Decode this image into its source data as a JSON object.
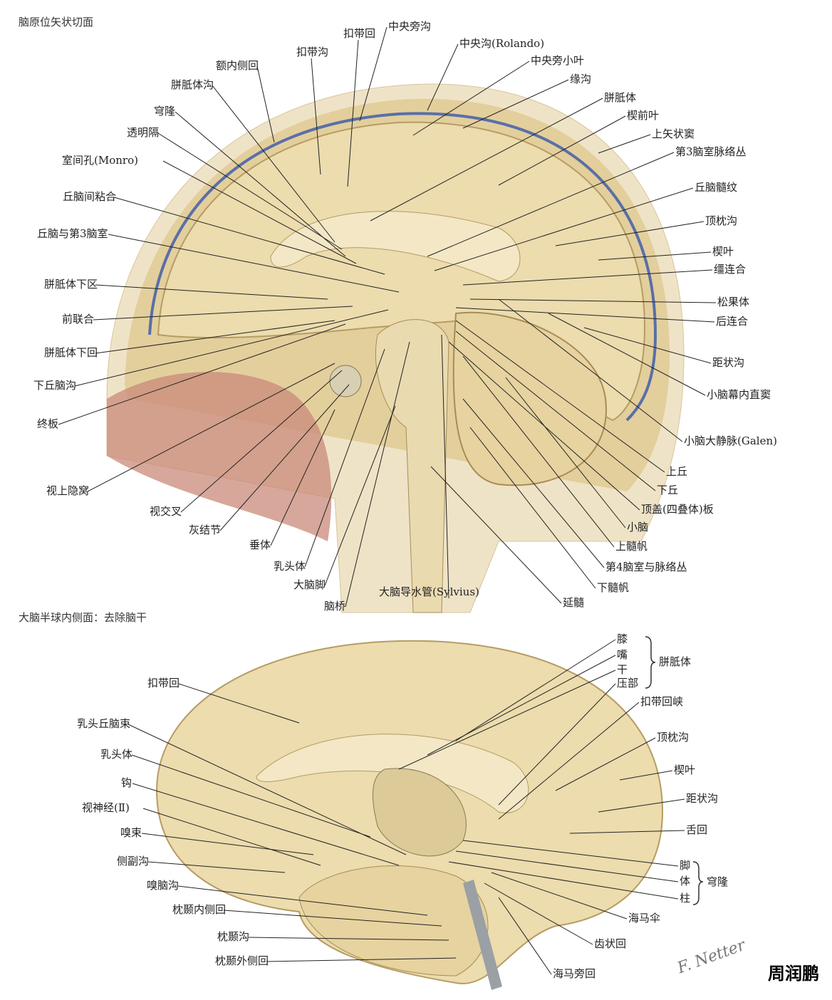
{
  "top": {
    "title": "脑原位矢状切面",
    "labels": [
      "扣带回",
      "中央旁沟",
      "中央沟(Rolando)",
      "中央旁小叶",
      "缘沟",
      "额内侧回",
      "扣带沟",
      "胼胝体沟",
      "胼胝体",
      "楔前叶",
      "穹隆",
      "透明隔",
      "上矢状窦",
      "第3脑室脉络丛",
      "室间孔(Monro)",
      "丘脑髓纹",
      "丘脑间粘合",
      "顶枕沟",
      "丘脑与第3脑室",
      "楔叶",
      "缰连合",
      "胼胝体下区",
      "松果体",
      "前联合",
      "后连合",
      "胼胝体下回",
      "距状沟",
      "下丘脑沟",
      "小脑幕内直窦",
      "终板",
      "小脑大静脉(Galen)",
      "视上隐窝",
      "上丘",
      "视交叉",
      "下丘",
      "顶盖(四叠体)板",
      "灰结节",
      "小脑",
      "垂体",
      "上髓帆",
      "第4脑室与脉络丛",
      "乳头体",
      "大脑脚",
      "下髓帆",
      "脑桥",
      "大脑导水管(Sylvius)",
      "延髓"
    ]
  },
  "bottom": {
    "title": "大脑半球内侧面：去除脑干",
    "labels": [
      "膝",
      "嘴",
      "干",
      "压部",
      "扣带回",
      "扣带回峡",
      "乳头丘脑束",
      "顶枕沟",
      "乳头体",
      "楔叶",
      "钩",
      "距状沟",
      "视神经(Ⅱ)",
      "舌回",
      "嗅束",
      "侧副沟",
      "脚",
      "体",
      "柱",
      "嗅脑沟",
      "海马伞",
      "枕颞内侧回",
      "枕颞沟",
      "齿状回",
      "枕颞外侧回",
      "海马旁回"
    ],
    "groups": {
      "corpus_callosum": "胼胝体",
      "fornix": "穹隆"
    }
  },
  "signature": "F. Netter",
  "watermark": "周润鹏",
  "colors": {
    "brain": "#ecdcae",
    "shadow": "#c9b27a",
    "sinus": "#5a6fa8",
    "tissue": "#c98a7a",
    "skull": "#e8d8b4"
  }
}
